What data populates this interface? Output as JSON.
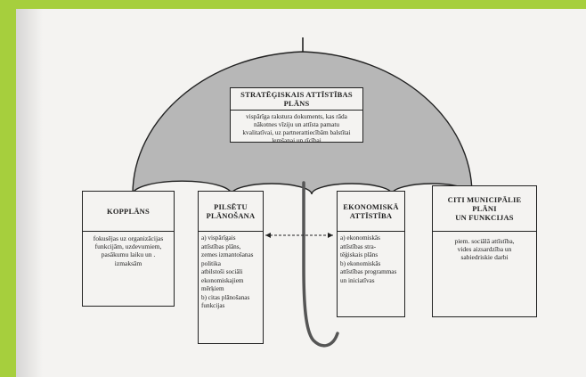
{
  "colors": {
    "background": "#a6cf3d",
    "paper": "#f4f3f1",
    "canopy": "#b7b7b7",
    "ink": "#222222"
  },
  "strategic": {
    "title": "STRATĒĢISKAIS ATTĪSTĪBAS PLĀNS",
    "lines": [
      "vispārīga rakstura dokuments, kas rāda",
      "nākotnes vīziju un attīsta pamatu",
      "kvalitatīvai, uz partnerattiecībām balstītai",
      "lemšanai un rīcībai"
    ]
  },
  "boxes": {
    "kopplans": {
      "title_lines": [
        "KOPPLĀNS"
      ],
      "lines": [
        "fokusējas uz organizācijas",
        "funkcijām, uzdevumiem,",
        "pasākumu laiku un .",
        "izmaksām"
      ]
    },
    "pilsetu": {
      "title_lines": [
        "PILSĒTU",
        "PLĀNOŠANA"
      ],
      "lines": [
        "a) vispārīgais",
        "attīstības plāns,",
        "zemes izmantošanas",
        "politika",
        "atbilstoši sociāli",
        "ekonomiskajiem",
        "mērķiem",
        "b) citas plānošanas",
        "funkcijas"
      ]
    },
    "ekonomiska": {
      "title_lines": [
        "EKONOMISKĀ",
        "ATTĪSTĪBA"
      ],
      "lines": [
        "a) ekonomiskās",
        "attīstības stra-",
        "tēģiskais plāns",
        "b) ekonomiskās",
        "attīstības programmas",
        "un iniciatīvas"
      ]
    },
    "citi": {
      "title_lines": [
        "CITI MUNICIPĀLIE",
        "PLĀNI",
        "UN FUNKCIJAS"
      ],
      "lines": [
        "piem. sociālā attīstība,",
        "vides aizsardzība un",
        "sabiedriskie darbi"
      ]
    }
  }
}
